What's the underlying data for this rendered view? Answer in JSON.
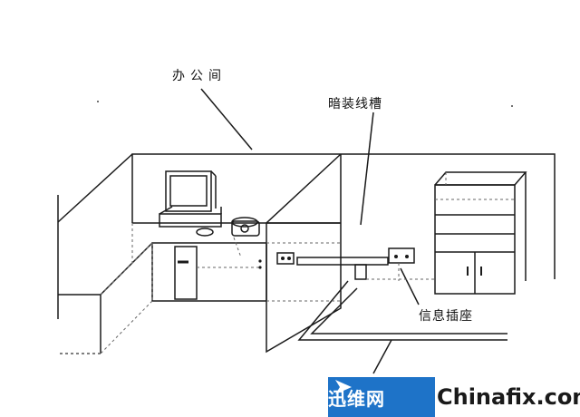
{
  "labels": {
    "office": "办公间",
    "concealed_trunking": "暗装线槽",
    "info_socket": "信息插座"
  },
  "watermark": {
    "brand_cn": "迅维网",
    "site": "Chinafix.com"
  },
  "colors": {
    "line": "#1a1a1a",
    "dashed": "#555555",
    "accent": "#1e73c8"
  }
}
